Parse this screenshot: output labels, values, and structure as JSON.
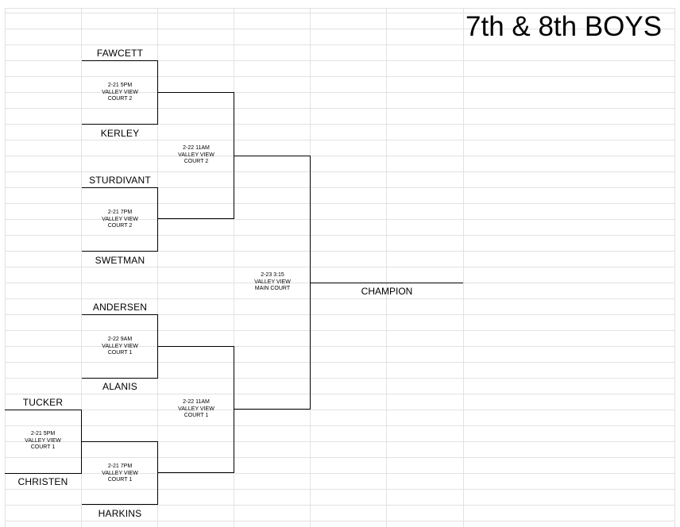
{
  "title": "7th & 8th BOYS",
  "round1": {
    "top_team": "TUCKER",
    "bottom_team": "CHRISTEN",
    "game": {
      "date_time": "2-21 5PM",
      "venue": "VALLEY VIEW",
      "court": "COURT 1"
    }
  },
  "round2": [
    {
      "top_team": "FAWCETT",
      "bottom_team": "KERLEY",
      "game": {
        "date_time": "2-21 5PM",
        "venue": "VALLEY VIEW",
        "court": "COURT 2"
      }
    },
    {
      "top_team": "STURDIVANT",
      "bottom_team": "SWETMAN",
      "game": {
        "date_time": "2-21 7PM",
        "venue": "VALLEY VIEW",
        "court": "COURT 2"
      }
    },
    {
      "top_team": "ANDERSEN",
      "bottom_team": "ALANIS",
      "game": {
        "date_time": "2-22 9AM",
        "venue": "VALLEY VIEW",
        "court": "COURT 1"
      }
    },
    {
      "top_team": "",
      "bottom_team": "HARKINS",
      "game": {
        "date_time": "2-21 7PM",
        "venue": "VALLEY VIEW",
        "court": "COURT 1"
      }
    }
  ],
  "semifinals": [
    {
      "date_time": "2-22 11AM",
      "venue": "VALLEY VIEW",
      "court": "COURT 2"
    },
    {
      "date_time": "2-22 11AM",
      "venue": "VALLEY VIEW",
      "court": "COURT 1"
    }
  ],
  "final": {
    "date_time": "2-23 3:15",
    "venue": "VALLEY VIEW",
    "court": "MAIN COURT"
  },
  "champion_label": "CHAMPION"
}
